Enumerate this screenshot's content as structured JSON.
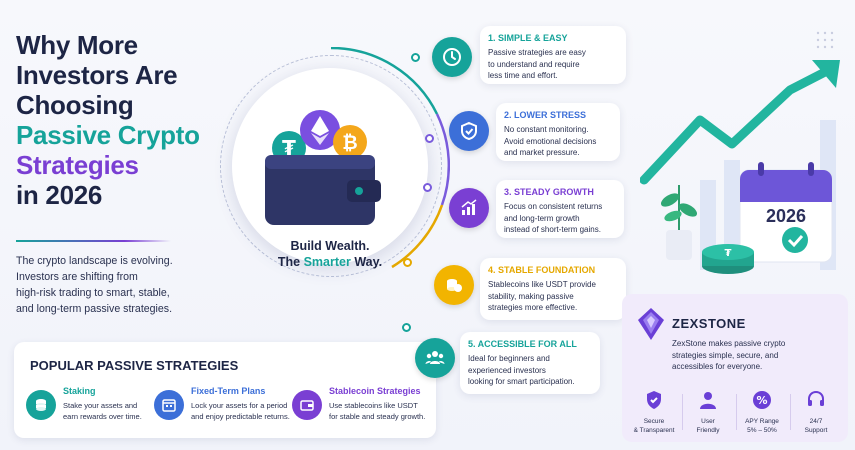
{
  "heading": {
    "line1": "Why More",
    "line2": "Investors Are",
    "line3": "Choosing",
    "line4": "Passive Crypto",
    "line5": "Strategies",
    "line6": "in 2026"
  },
  "intro": {
    "line1": "The crypto landscape is evolving.",
    "line2": "Investors are shifting from",
    "line3": "high-risk trading to smart, stable,",
    "line4": "and long-term passive strategies."
  },
  "popular": {
    "title": "POPULAR PASSIVE STRATEGIES",
    "items": [
      {
        "name": "Staking",
        "desc1": "Stake your assets and",
        "desc2": "earn rewards over time.",
        "color": "#16a39a",
        "icon": "coin-stack-icon"
      },
      {
        "name": "Fixed-Term Plans",
        "desc1": "Lock your assets for a period",
        "desc2": "and enjoy predictable returns.",
        "color": "#3c6fd8",
        "icon": "calendar-lock-icon"
      },
      {
        "name": "Stablecoin Strategies",
        "desc1": "Use stablecoins like USDT",
        "desc2": "for stable and steady growth.",
        "color": "#7a3fd3",
        "icon": "wallet-icon"
      }
    ]
  },
  "center": {
    "line1": "Build Wealth.",
    "line2a": "The ",
    "line2b": "Smarter",
    "line2c": " Way."
  },
  "steps": [
    {
      "title": "1. SIMPLE & EASY",
      "lines": [
        "Passive strategies are easy",
        "to understand and require",
        "less time and effort."
      ],
      "color": "#16a39a",
      "icon": "clock-icon"
    },
    {
      "title": "2. LOWER STRESS",
      "lines": [
        "No constant monitoring.",
        "Avoid emotional decisions",
        "and market pressure."
      ],
      "color": "#3c6fd8",
      "icon": "shield-check-icon"
    },
    {
      "title": "3. STEADY GROWTH",
      "lines": [
        "Focus on consistent returns",
        "and long-term growth",
        "instead of short-term gains."
      ],
      "color": "#7a3fd3",
      "icon": "growth-chart-icon"
    },
    {
      "title": "4. STABLE FOUNDATION",
      "lines": [
        "Stablecoins like USDT provide",
        "stability, making passive",
        "strategies more effective."
      ],
      "color": "#e5a800",
      "icon": "coins-icon"
    },
    {
      "title": "5. ACCESSIBLE FOR ALL",
      "lines": [
        "Ideal for beginners and",
        "experienced investors",
        "looking for smart participation."
      ],
      "color": "#16a39a",
      "icon": "people-icon"
    }
  ],
  "calendar_year": "2026",
  "zexstone": {
    "name": "ZEXSTONE",
    "desc1": "ZexStone makes passive crypto",
    "desc2": "strategies simple, secure, and",
    "desc3": "accessibles for everyone.",
    "features": [
      {
        "l1": "Secure",
        "l2": "& Transparent",
        "icon": "shield-icon"
      },
      {
        "l1": "User",
        "l2": "Friendly",
        "icon": "user-icon"
      },
      {
        "l1": "APY Range",
        "l2": "5% – 50%",
        "icon": "percent-icon"
      },
      {
        "l1": "24/7",
        "l2": "Support",
        "icon": "headset-icon"
      }
    ]
  }
}
